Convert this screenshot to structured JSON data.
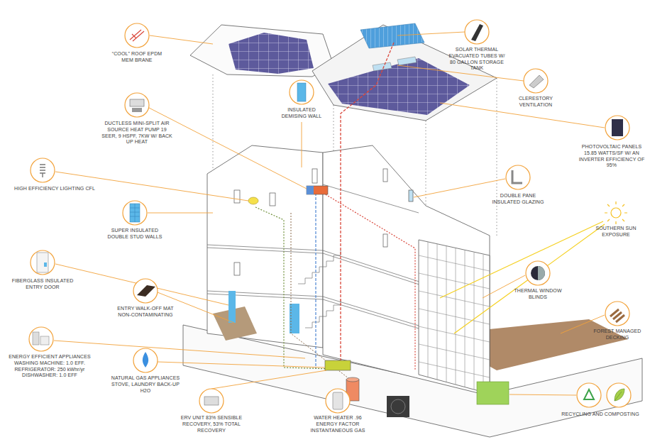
{
  "diagram": {
    "labels": [
      "“COOL” ROOF EPDM MEM BRANE",
      "SOLAR THERMAL EVACUATED TUBES W/ 80 GALLON STORAGE TANK",
      "DUCTLESS MINI-SPLIT AIR SOURCE HEAT PUMP 19 SEER, 9 HSPF, 7KW W/ BACK UP HEAT",
      "INSULATED DEMISING WALL",
      "CLERESTORY VENTILATION",
      "HIGH EFFICIENCY LIGHTING CFL",
      "PHOTOVOLTAIC PANELS 15.85 WATTS/SF W/ AN INVERTER EFFICIENCY OF 95%",
      "SUPER INSULATED DOUBLE STUD WALLS",
      "DOUBLE PANE INSULATED GLAZING",
      "SOUTHERN SUN EXPOSURE",
      "FIBERGLASS INSULATED ENTRY DOOR",
      "ENTRY WALK-OFF MAT NON-CONTAMINATING",
      "THERMAL WINDOW BLINDS",
      "FOREST MANAGED DECKING",
      "ENERGY EFFICIENT APPLIANCES WASHING MACHINE: 1.0 EFF. REFRIGERATOR: 250 kWhr/yr DISHWASHER: 1.0 EFF",
      "NATURAL GAS APPLIANCES STOVE, LAUNDRY BACK-UP H2O",
      "ERV UNIT 83% SENSIBLE RECOVERY, 53% TOTAL RECOVERY",
      "WATER HEATER .96 ENERGY FACTOR INSTANTANEOUS GAS",
      "RECYCLING AND COMPOSTING"
    ]
  }
}
